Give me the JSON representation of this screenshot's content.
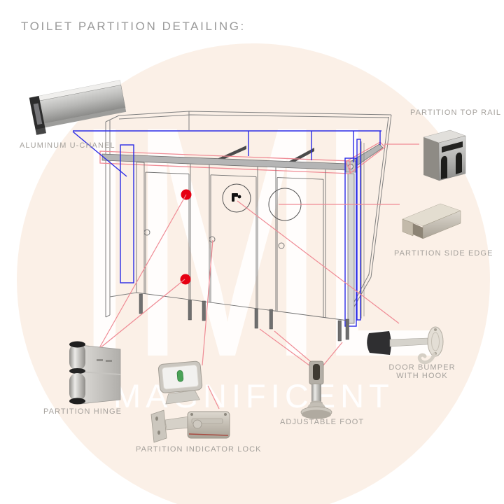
{
  "title": "TOILET PARTITION DETAILING:",
  "watermark": {
    "big": "IML",
    "bottom": "MAGNIFICENT"
  },
  "colors": {
    "background": "#ffffff",
    "circle": "#fbf0e7",
    "callout_line_red": "#ef8a94",
    "marker_red": "#e60012",
    "channel_blue": "#2a2ae6",
    "drawing_line_gray": "#6f6f6f",
    "label_gray": "#a5a19c",
    "title_gray": "#9a9a9a"
  },
  "callouts": {
    "u_channel": {
      "label": "ALUMINUM U-CHANEL"
    },
    "top_rail": {
      "label": "PARTITION TOP RAIL"
    },
    "side_edge": {
      "label": "PARTITION SIDE EDGE"
    },
    "door_bumper": {
      "label_line1": "DOOR BUMPER",
      "label_line2": "WITH HOOK"
    },
    "adjustable_foot": {
      "label": "ADJUSTABLE FOOT"
    },
    "indicator_lock": {
      "label": "PARTITION INDICATOR LOCK"
    },
    "hinge": {
      "label": "PARTITION HINGE"
    }
  }
}
